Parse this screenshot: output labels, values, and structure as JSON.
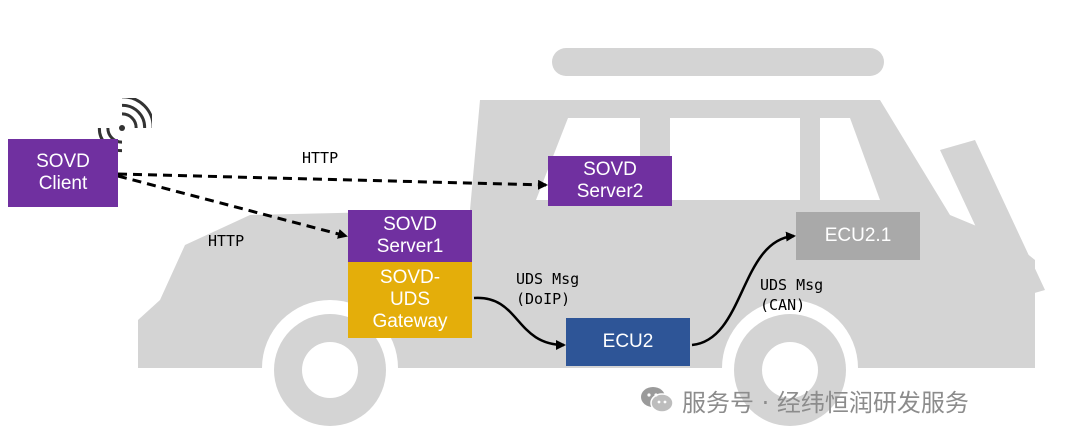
{
  "client": {
    "line1": "SOVD",
    "line2": "Client"
  },
  "server2": {
    "line1": "SOVD",
    "line2": "Server2"
  },
  "server1": {
    "line1": "SOVD",
    "line2": "Server1"
  },
  "gateway": {
    "line1": "SOVD-",
    "line2": "UDS",
    "line3": "Gateway"
  },
  "ecu2": {
    "label": "ECU2"
  },
  "ecu21": {
    "label": "ECU2.1"
  },
  "labels": {
    "http_top": "HTTP",
    "http_left": "HTTP",
    "uds_doip_line1": "UDS Msg",
    "uds_doip_line2": "(DoIP)",
    "uds_can_line1": "UDS Msg",
    "uds_can_line2": "(CAN)"
  },
  "watermark": {
    "text": "服务号 · 经纬恒润研发服务",
    "icon": "wechat-icon"
  },
  "colors": {
    "purple": "#7030a0",
    "gold": "#e4ae0a",
    "blue": "#2e5597",
    "ecu_grey": "#a9a9a9",
    "car_grey": "#d4d4d4"
  }
}
